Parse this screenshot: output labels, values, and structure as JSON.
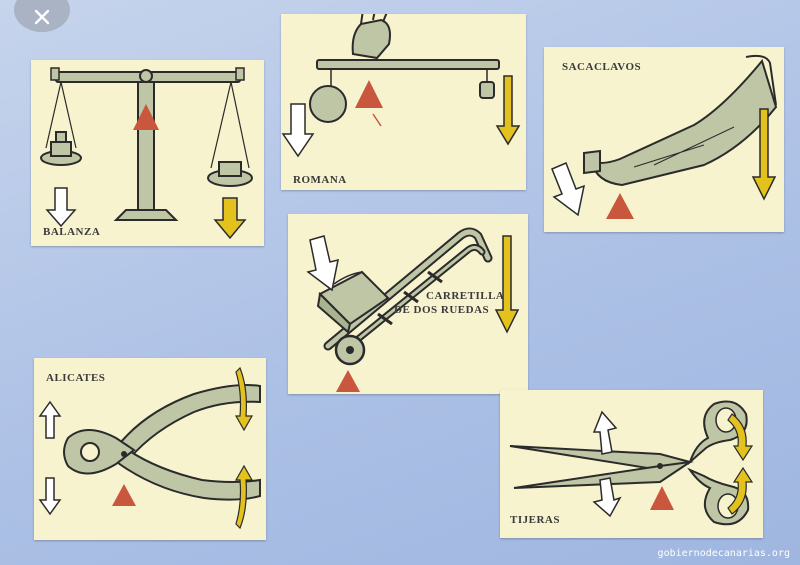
{
  "panels": {
    "balanza": {
      "label": "BALANZA"
    },
    "romana": {
      "label": "ROMANA"
    },
    "sacaclavos": {
      "label": "SACACLAVOS"
    },
    "carretilla": {
      "label_line1": "CARRETILLA",
      "label_line2": "DE DOS RUEDAS"
    },
    "alicates": {
      "label": "ALICATES"
    },
    "tijeras": {
      "label": "TIJERAS"
    }
  },
  "watermark": "gobiernodecanarias.org",
  "colors": {
    "panel": "#f7f3cf",
    "tool": "#bfc6a6",
    "outline": "#2b2b2b",
    "fulcrum": "#c9573e",
    "effort_arrow": "#ffffff",
    "load_arrow": "#e3c21d"
  },
  "icons": {
    "close": "close-icon",
    "fulcrum": "triangle-fulcrum",
    "arrow": "arrow-icon"
  }
}
